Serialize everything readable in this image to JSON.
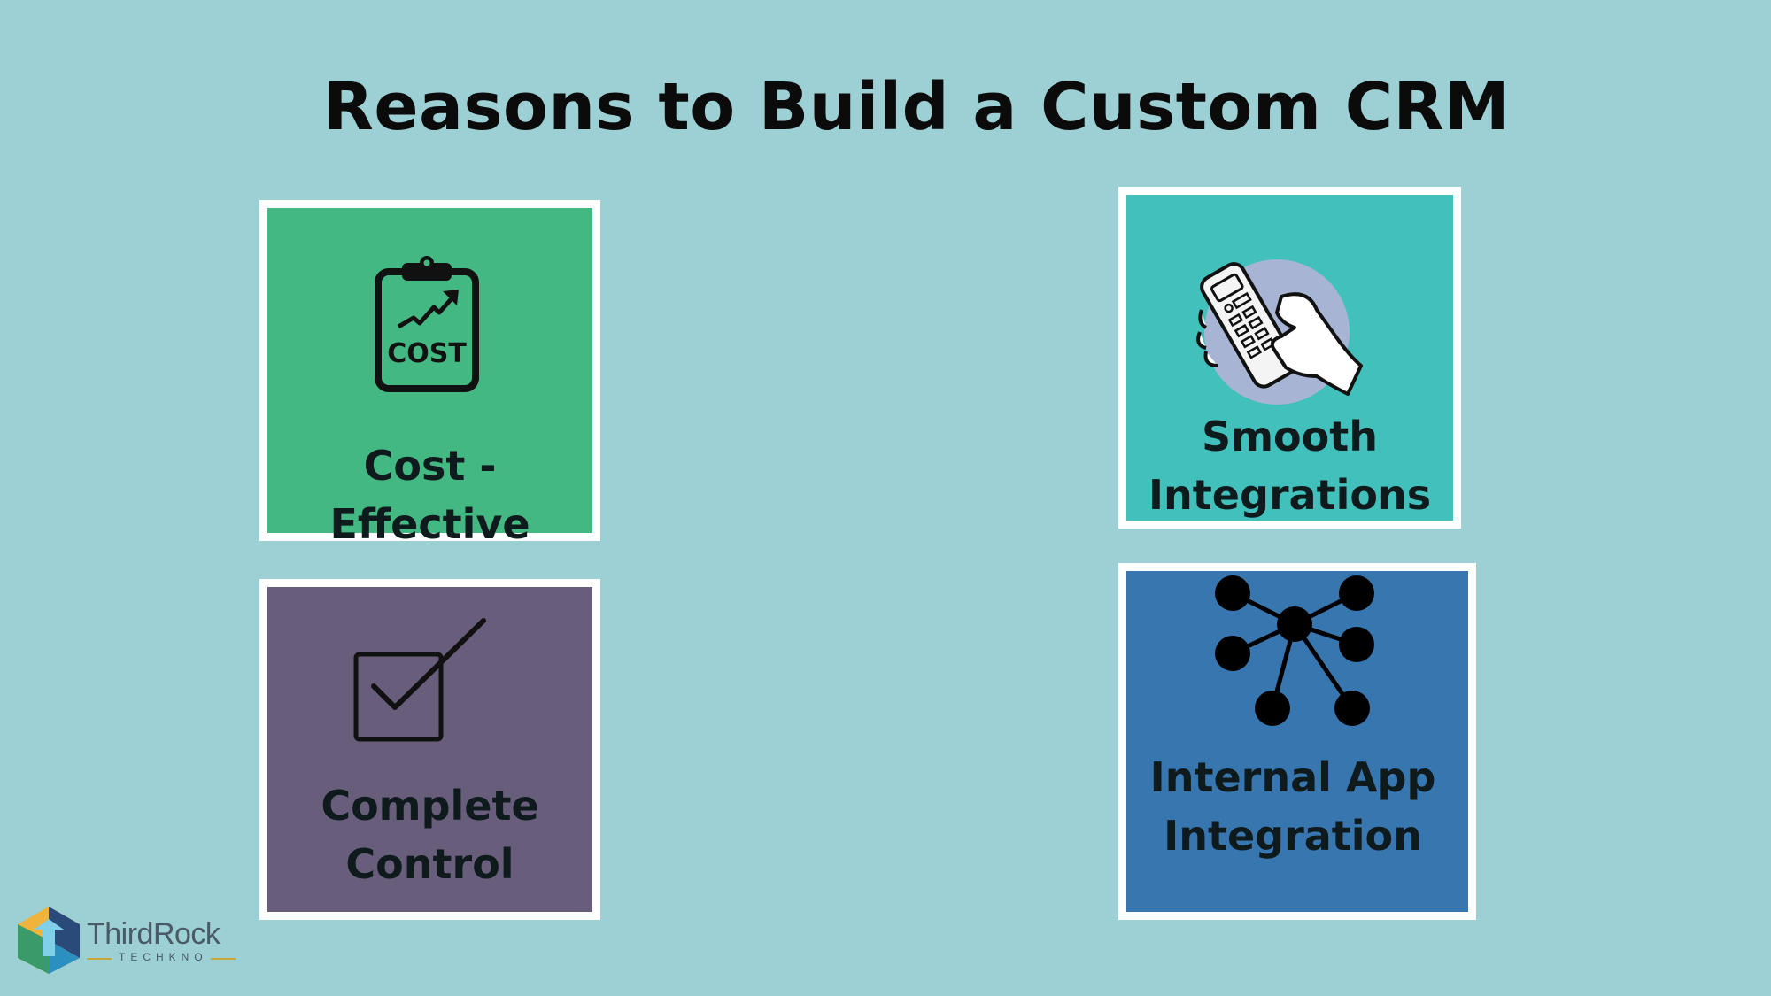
{
  "title": "Reasons to Build a Custom CRM",
  "cards": {
    "cost": {
      "label": "Cost -Effective",
      "icon": "clipboard-cost-icon",
      "icon_text": "COST",
      "color": "#44b883"
    },
    "smooth": {
      "label_line1": "Smooth",
      "label_line2": "Integrations",
      "icon": "remote-control-hand-icon",
      "color": "#42c0bc"
    },
    "control": {
      "label_line1": "Complete",
      "label_line2": "Control",
      "icon": "checkbox-check-icon",
      "color": "#685e7b"
    },
    "internal": {
      "label_line1": "Internal App",
      "label_line2": "Integration",
      "icon": "network-nodes-icon",
      "color": "#3876b0"
    }
  },
  "logo": {
    "name": "ThirdRock",
    "sub": "TECHKNO"
  },
  "colors": {
    "background": "#9cd0d4",
    "border": "#ffffff"
  }
}
